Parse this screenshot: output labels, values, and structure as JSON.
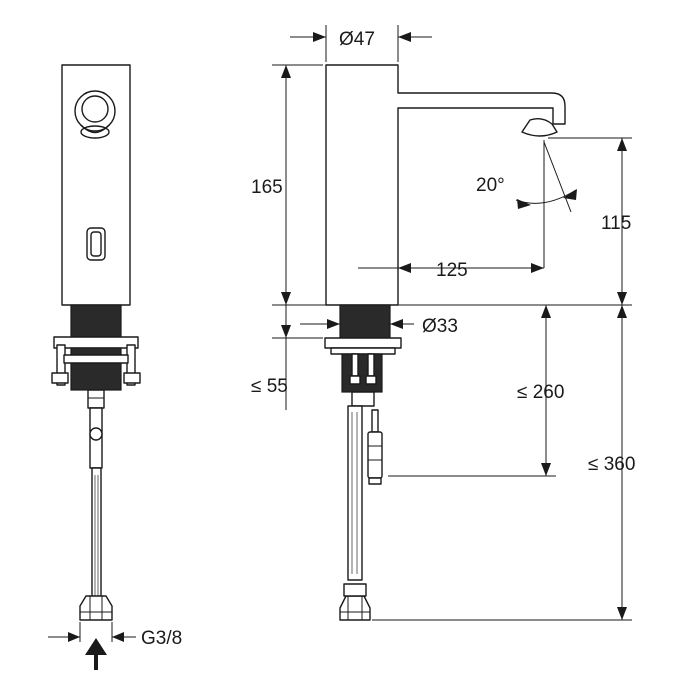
{
  "dimensions": {
    "d47": "Ø47",
    "h165": "165",
    "a20": "20°",
    "h115": "115",
    "l125": "125",
    "d33": "Ø33",
    "le55": "≤ 55",
    "le260": "≤ 260",
    "le360": "≤ 360",
    "g38": "G3/8"
  }
}
